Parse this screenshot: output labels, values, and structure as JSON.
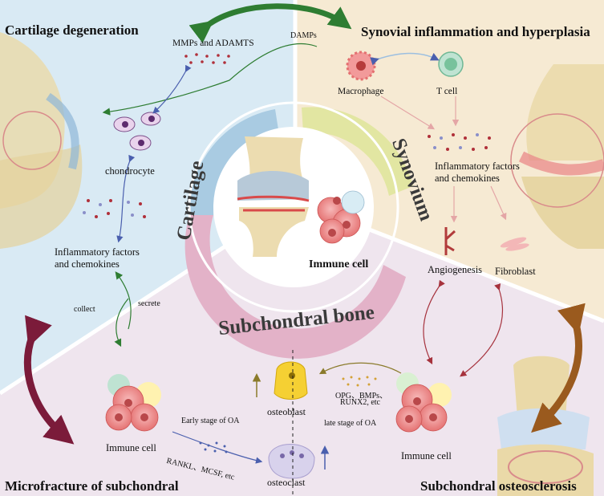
{
  "colors": {
    "cartilage_bg": "#d9eaf4",
    "synovium_bg": "#f6ead3",
    "subchondral_bg": "#efe5ee",
    "cartilage_ring": "#a9cbe2",
    "synovium_ring": "#e2e6a2",
    "subchondral_ring": "#e3b2c8",
    "green_arrow": "#2e7d32",
    "maroon_arrow": "#7b1b3a",
    "brown_arrow": "#9a5a1e"
  },
  "quadrants": {
    "cartilage_title": "Cartilage degeneration",
    "synovial_title": "Synovial inflammation and hyperplasia",
    "microfracture_title": "Microfracture of subchondral",
    "osteosclerosis_title": "Subchondral osteosclerosis"
  },
  "ring": {
    "cartilage": "Cartilage",
    "synovium": "Synovium",
    "subchondral": "Subchondral bone"
  },
  "center": {
    "immune_cell": "Immune cell"
  },
  "cartilage_panel": {
    "mmps": "MMPs and ADAMTS",
    "damps": "DAMPs",
    "chondrocyte": "chondrocyte",
    "inflammatory_1": "Inflammatory factors",
    "inflammatory_2": "and chemokines",
    "collect": "collect",
    "secrete": "secrete"
  },
  "synovium_panel": {
    "macrophage": "Macrophage",
    "t_cell": "T cell",
    "inflammatory_1": "Inflammatory factors",
    "inflammatory_2": "and chemokines",
    "angiogenesis": "Angiogenesis",
    "fibroblast": "Fibroblast"
  },
  "bone_panel": {
    "immune_cell_left": "Immune cell",
    "immune_cell_right": "Immune cell",
    "early_stage": "Early stage of OA",
    "late_stage": "late stage of OA",
    "rankl": "RANKL、MCSF, etc",
    "opg_1": "OPG、BMPs、",
    "opg_2": "RUNX2, etc",
    "osteoblast": "osteoblast",
    "osteoclast": "osteoclast"
  }
}
